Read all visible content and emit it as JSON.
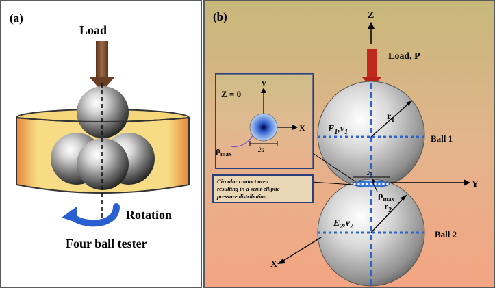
{
  "panel_a": {
    "label": "(a)",
    "load_label": "Load",
    "rotation_label": "Rotation",
    "caption": "Four ball tester"
  },
  "panel_b": {
    "label": "(b)",
    "z_axis": "Z",
    "y_axis": "Y",
    "x_axis": "X",
    "load_label": "Load, P",
    "ball1_label": "Ball 1",
    "ball2_label": "Ball 2",
    "r1_label": "r",
    "r1_sub": "1",
    "r2_label": "r",
    "r2_sub": "2",
    "e1_label": "E",
    "e1_sub": "1",
    "nu1_label": ",ν",
    "nu1_sub": "1",
    "e2_label": "E",
    "e2_sub": "2",
    "nu2_label": ",ν",
    "nu2_sub": "2",
    "rho_label": "ρ",
    "rho_sub": "max",
    "contact_width_label": "2a",
    "inset": {
      "z_label": "Z = 0",
      "y_label": "Y",
      "x_label": "X",
      "rho_label": "ρ",
      "rho_sub": "max",
      "width_label": "2a"
    },
    "callout_lines": [
      "Circular   contact   area",
      "resulting in a semi-elliptic",
      "pressure distribution"
    ]
  },
  "colors": {
    "load_arrow_a": "#7a4a2a",
    "load_arrow_b": "#c0281c",
    "rotation_arrow": "#2a5fcf",
    "cup_fill": "#f7dc85",
    "cup_side": "#e8873a",
    "axis_dash": "#2e63c7",
    "inset_border": "#2c3f7a"
  }
}
